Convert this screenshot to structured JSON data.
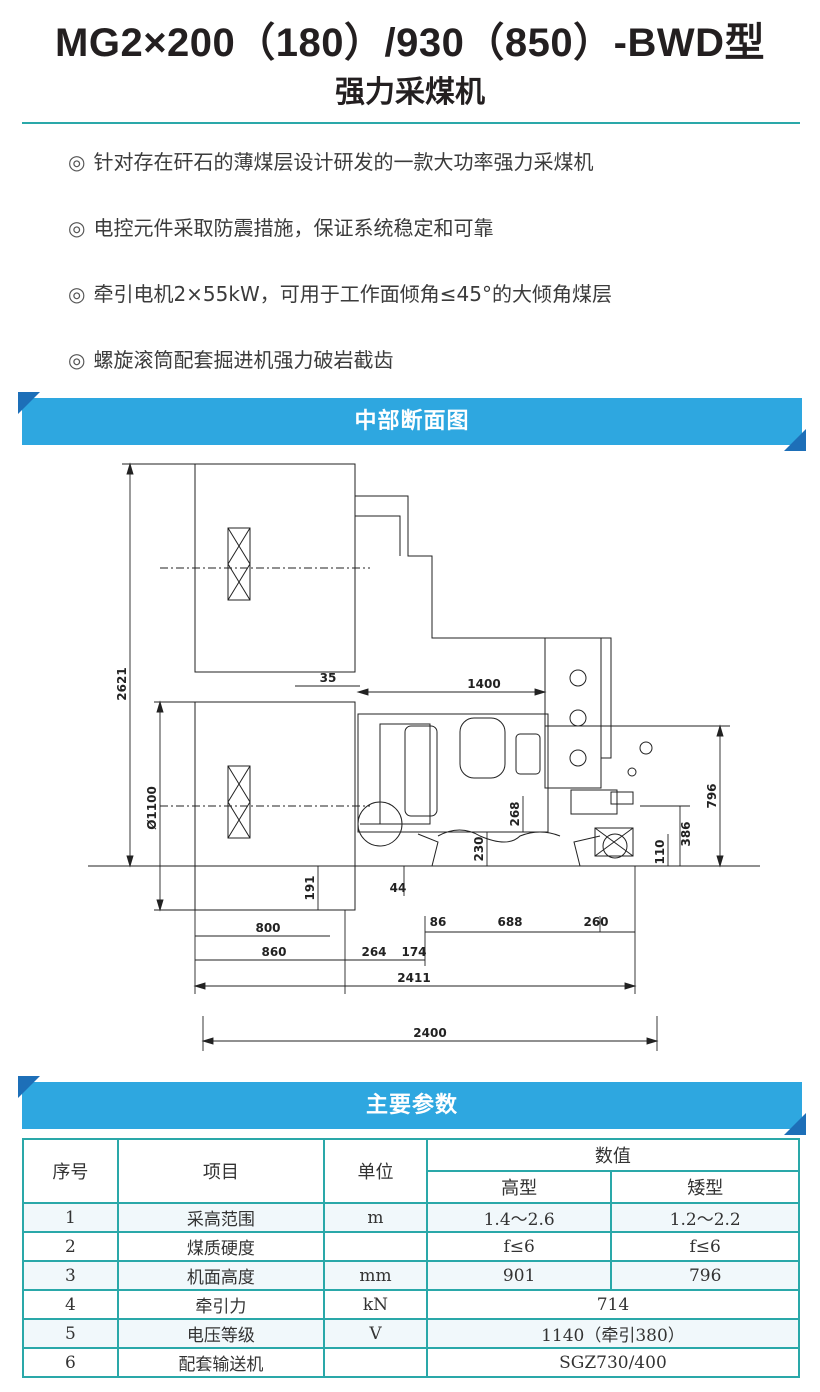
{
  "title": {
    "main": "MG2×200（180）/930（850）-BWD型",
    "sub": "强力采煤机"
  },
  "features": [
    "针对存在矸石的薄煤层设计研发的一款大功率强力采煤机",
    "电控元件采取防震措施，保证系统稳定和可靠",
    "牵引电机2×55kW，可用于工作面倾角≤45°的大倾角煤层",
    "螺旋滚筒配套掘进机强力破岩截齿"
  ],
  "feature_mark": "◎",
  "section1": {
    "title": "中部断面图"
  },
  "drawing": {
    "dim_2621": "2621",
    "dim_1100": "Ø1100",
    "dim_35": "35",
    "dim_1400": "1400",
    "dim_796": "796",
    "dim_386": "386",
    "dim_110": "110",
    "dim_268": "268",
    "dim_230": "230",
    "dim_191": "191",
    "dim_44": "44",
    "dim_800": "800",
    "dim_860": "860",
    "dim_86": "86",
    "dim_688": "688",
    "dim_260": "260",
    "dim_264": "264",
    "dim_174": "174",
    "dim_2411": "2411",
    "dim_2400": "2400"
  },
  "section2": {
    "title": "主要参数"
  },
  "table": {
    "head": {
      "no": "序号",
      "item": "项目",
      "unit": "单位",
      "value": "数值",
      "high": "高型",
      "low": "矮型"
    },
    "rows": [
      {
        "no": "1",
        "item": "采高范围",
        "unit": "m",
        "high": "1.4～2.6",
        "low": "1.2～2.2"
      },
      {
        "no": "2",
        "item": "煤质硬度",
        "unit": "",
        "high": "f≤6",
        "low": "f≤6"
      },
      {
        "no": "3",
        "item": "机面高度",
        "unit": "mm",
        "high": "901",
        "low": "796"
      },
      {
        "no": "4",
        "item": "牵引力",
        "unit": "kN",
        "value": "714"
      },
      {
        "no": "5",
        "item": "电压等级",
        "unit": "V",
        "value": "1140（牵引380）"
      },
      {
        "no": "6",
        "item": "配套输送机",
        "unit": "",
        "value": "SGZ730/400"
      }
    ]
  },
  "colors": {
    "accent": "#2ea7e0",
    "corner": "#1d6fb8",
    "rule": "#2aa8a9"
  }
}
